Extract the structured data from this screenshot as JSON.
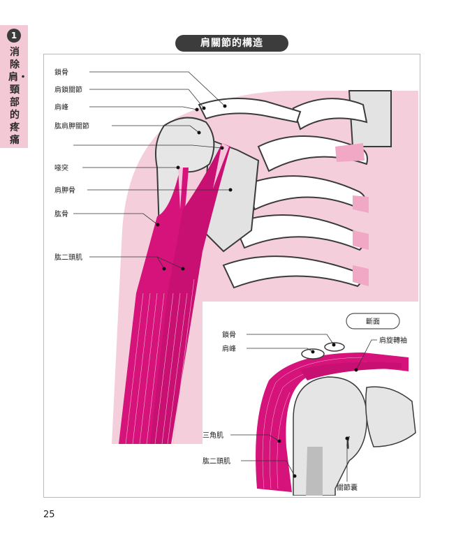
{
  "chapter": {
    "number": "1",
    "title": "消除肩・頸部的疼痛"
  },
  "figure_title": "肩關節的構造",
  "page_number": "25",
  "main_labels": {
    "clavicle": "鎖骨",
    "acromioclavicular_joint": "肩鎖關節",
    "acromion": "肩峰",
    "glenohumeral_joint": "肱肩胛關節",
    "coracoid": "喙突",
    "scapula": "肩胛骨",
    "humerus": "肱骨",
    "biceps": "肱二頭肌"
  },
  "section": {
    "badge": "斷面",
    "clavicle": "鎖骨",
    "acromion": "肩峰",
    "rotator_cuff": "肩旋轉袖",
    "deltoid": "三角肌",
    "biceps": "肱二頭肌",
    "joint_capsule": "關節囊"
  },
  "colors": {
    "skin_pink": "#f4cfdb",
    "muscle_magenta": "#d6137b",
    "bone_gray": "#dcdcdc",
    "dark": "#3c3c3c"
  }
}
